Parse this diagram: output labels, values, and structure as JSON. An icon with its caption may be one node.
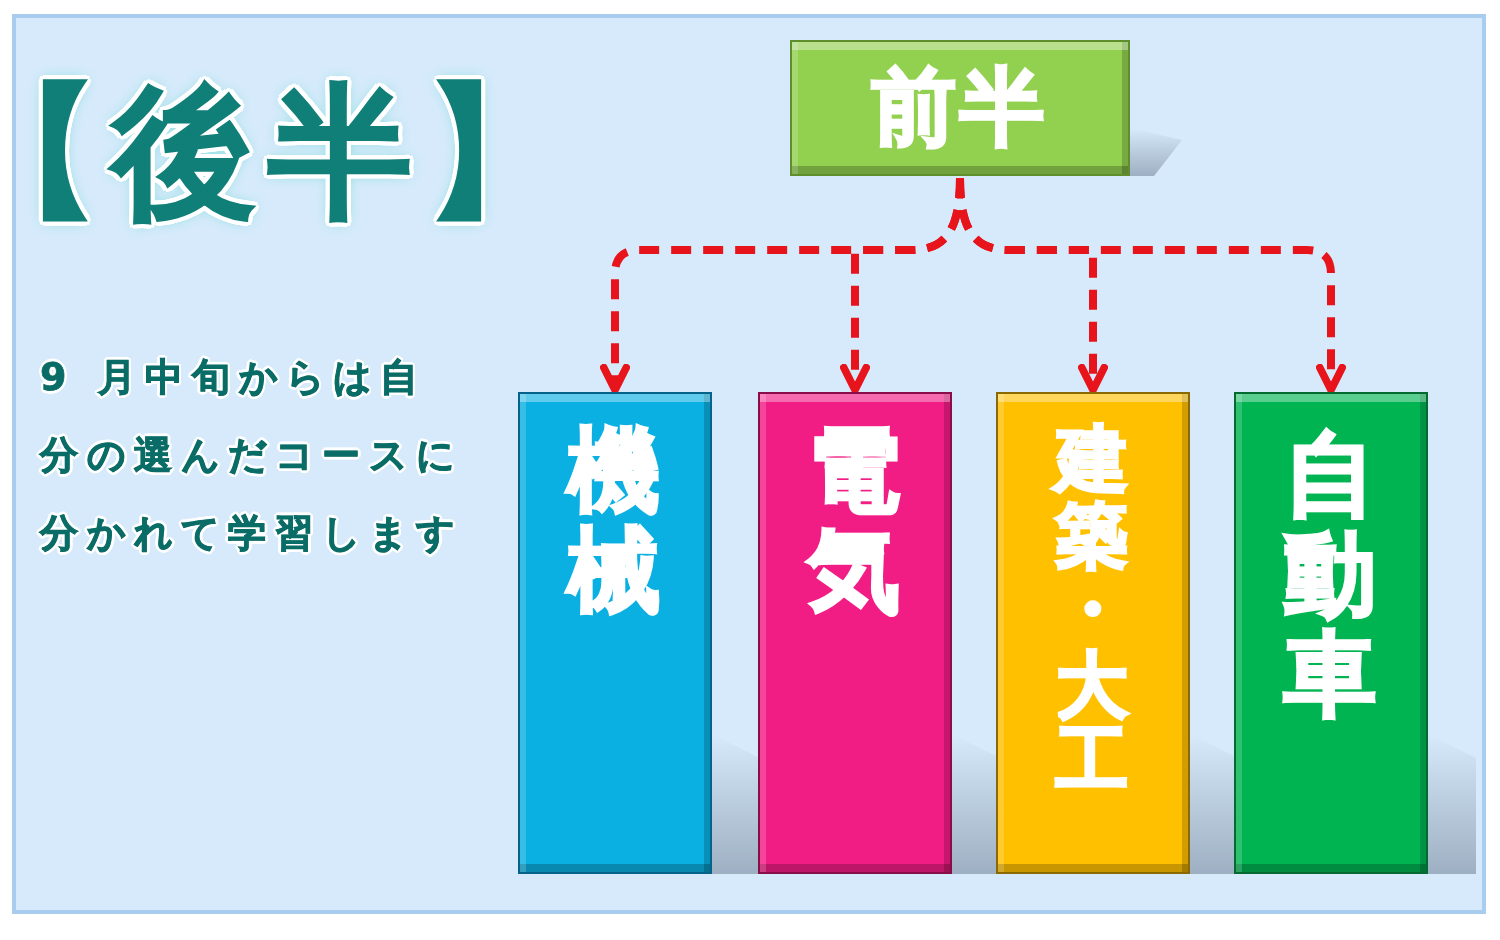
{
  "diagram": {
    "title": "【後半】",
    "nodes": [
      {
        "text": [
          "前半"
        ]
      },
      {
        "text": [
          "機械"
        ]
      },
      {
        "text": [
          "電気"
        ]
      },
      {
        "text": [
          "建築・大工"
        ]
      },
      {
        "text": [
          "自動車"
        ]
      }
    ],
    "edges": [
      {
        "from": 0,
        "to": 1,
        "arrow": "to",
        "style": "dashed",
        "color": "#e8141b"
      },
      {
        "from": 0,
        "to": 2,
        "arrow": "to",
        "style": "dashed",
        "color": "#e8141b"
      },
      {
        "from": 0,
        "to": 3,
        "arrow": "to",
        "style": "dashed",
        "color": "#e8141b"
      },
      {
        "from": 0,
        "to": 4,
        "arrow": "to",
        "style": "dashed",
        "color": "#e8141b"
      }
    ],
    "labels": [
      "9 月中旬からは自分の選んだコースに分かれて学習します"
    ]
  }
}
